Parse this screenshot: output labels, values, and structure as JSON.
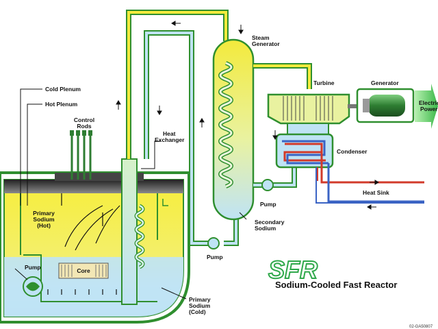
{
  "labels": {
    "cold_plenum": "Cold Plenum",
    "hot_plenum": "Hot Plenum",
    "control_rods_1": "Control",
    "control_rods_2": "Rods",
    "heat_exchanger_1": "Heat",
    "heat_exchanger_2": "Exchanger",
    "steam_generator_1": "Steam",
    "steam_generator_2": "Generator",
    "turbine": "Turbine",
    "generator": "Generator",
    "electrical_power_1": "Electrical",
    "electrical_power_2": "Power",
    "condenser": "Condenser",
    "heat_sink": "Heat Sink",
    "pump_secondary_loop": "Pump",
    "pump_condensate": "Pump",
    "pump_primary": "Pump",
    "secondary_sodium_1": "Secondary",
    "secondary_sodium_2": "Sodium",
    "primary_sodium_hot_1": "Primary",
    "primary_sodium_hot_2": "Sodium",
    "primary_sodium_hot_3": "(Hot)",
    "primary_sodium_cold_1": "Primary",
    "primary_sodium_cold_2": "Sodium",
    "primary_sodium_cold_3": "(Cold)",
    "core": "Core",
    "logo": "SFR",
    "title": "Sodium-Cooled Fast Reactor",
    "figure_id": "02-GA50807"
  },
  "colors": {
    "green_outline": "#2f8f2f",
    "hot_yellow": "#f3ea3c",
    "cold_blue": "#bfe3f5",
    "hot_red": "#d23a2a",
    "cool_blue": "#3a63c4",
    "dark_plenum": "#333333",
    "generator_green": "#2e7d32"
  }
}
